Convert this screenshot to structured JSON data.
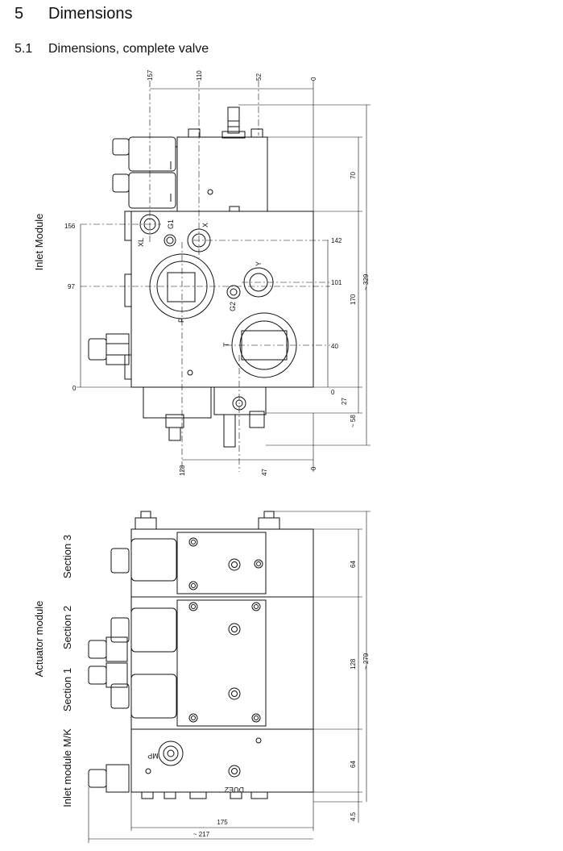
{
  "heading": {
    "number": "5",
    "title": "Dimensions"
  },
  "subheading": {
    "number": "5.1",
    "title": "Dimensions, complete valve"
  },
  "top_view": {
    "side_label": "Inlet Module",
    "top_dims": [
      "157",
      "110",
      "52",
      "0"
    ],
    "left_dims": [
      "156",
      "97",
      "0"
    ],
    "right_dims": [
      "142",
      "101",
      "40"
    ],
    "right_outer": [
      "70",
      "170",
      "~ 329",
      "0",
      "27",
      "~ 58"
    ],
    "bottom_dims": [
      "128",
      "47",
      "0"
    ],
    "ports": {
      "xl": "XL",
      "g1": "G1",
      "x": "X",
      "y": "Y",
      "p": "P",
      "g2": "G2",
      "t": "T"
    }
  },
  "bottom_view": {
    "actuator_label": "Actuator module",
    "section3": "Section 3",
    "section2": "Section 2",
    "section1": "Section 1",
    "inlet": "Inlet module M/K",
    "right_dims": [
      "64",
      "128",
      "~ 279",
      "64",
      "4.5"
    ],
    "bottom_dims": [
      "175",
      "~ 217"
    ],
    "ports": {
      "mp": "MP",
      "due2": "DUE2"
    }
  }
}
